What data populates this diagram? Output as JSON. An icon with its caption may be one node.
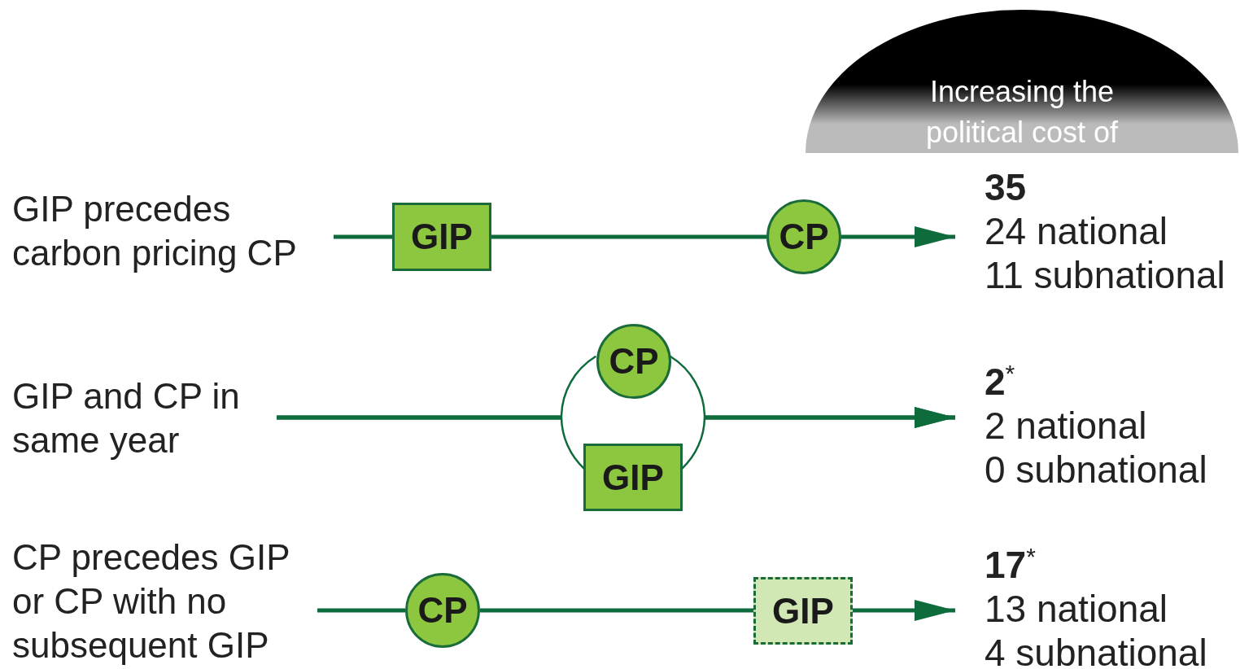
{
  "diagram": {
    "nodes": [
      {
        "text": [
          "Increasing the political cost of"
        ]
      },
      {
        "text": [
          "GIP precedes carbon pricing CP"
        ]
      },
      {
        "text": [
          "GIP"
        ]
      },
      {
        "text": [
          "CP"
        ]
      },
      {
        "text": [
          "35",
          "24 national",
          "11 subnational"
        ]
      },
      {
        "text": [
          "GIP and CP in same year"
        ]
      },
      {
        "text": [
          "CP"
        ]
      },
      {
        "text": [
          "GIP"
        ]
      },
      {
        "text": [
          "2$^{*}$",
          "2 national",
          "0 subnational"
        ]
      },
      {
        "text": [
          "CP precedes GIP or CP with no subsequent GIP"
        ]
      },
      {
        "text": [
          "CP"
        ]
      },
      {
        "text": [
          "GIP"
        ]
      },
      {
        "text": [
          "17$^{*}$",
          "13 national",
          "4 subnational"
        ]
      }
    ],
    "edges": [
      {
        "from": 1,
        "to": 2,
        "arrow": "none"
      },
      {
        "from": 2,
        "to": 3,
        "arrow": "none"
      },
      {
        "from": 3,
        "to": 4,
        "arrow": "to"
      },
      {
        "from": 5,
        "to": 6,
        "arrow": "none"
      },
      {
        "from": 5,
        "to": 7,
        "arrow": "none"
      },
      {
        "from": 6,
        "to": 8,
        "arrow": "to"
      },
      {
        "from": 7,
        "to": 8,
        "arrow": "to"
      },
      {
        "from": 9,
        "to": 10,
        "arrow": "none"
      },
      {
        "from": 10,
        "to": 11,
        "arrow": "none"
      },
      {
        "from": 11,
        "to": 12,
        "arrow": "to"
      }
    ]
  }
}
